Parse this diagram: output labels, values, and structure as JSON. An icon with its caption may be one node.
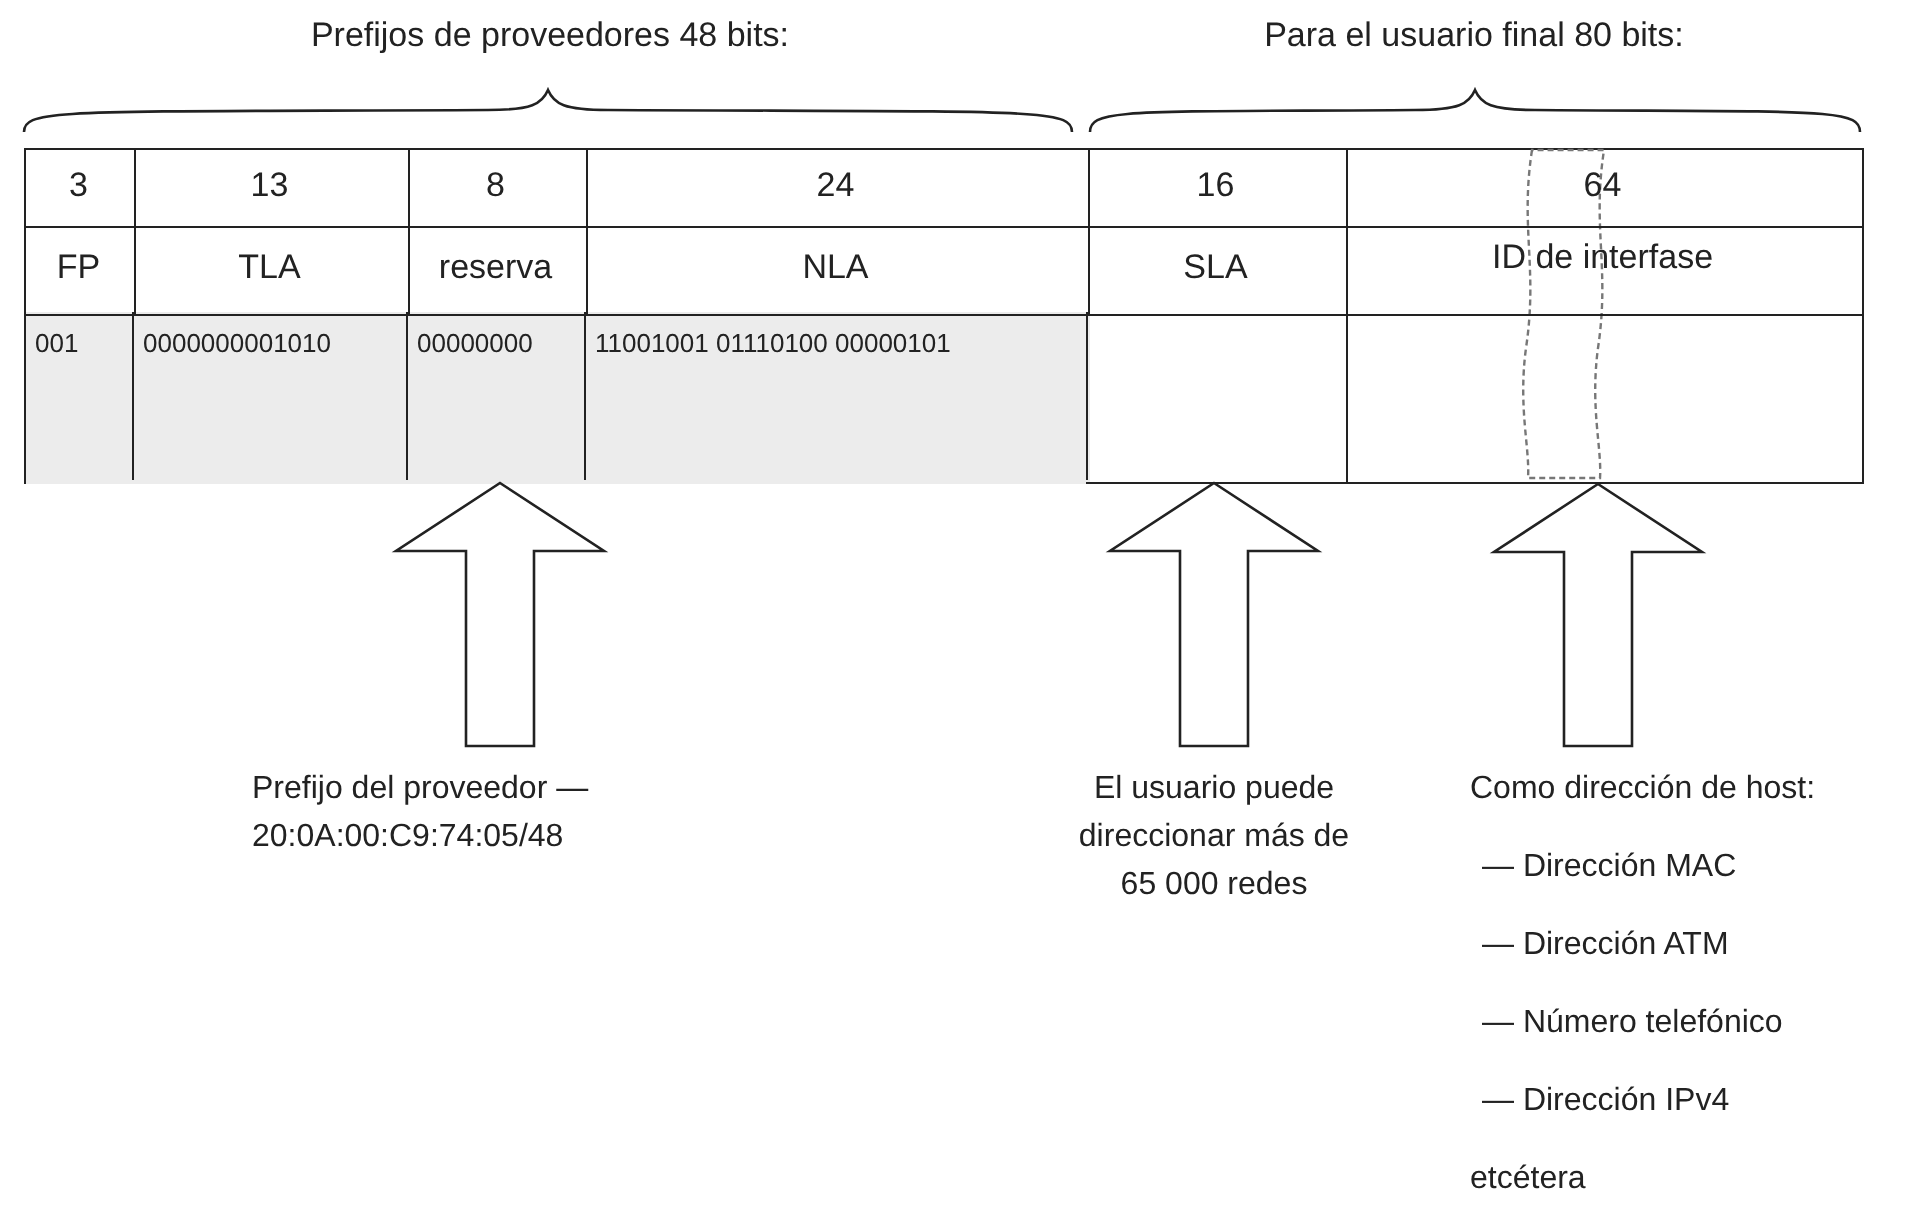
{
  "diagram": {
    "nodes": [
      {
        "text": [],
        "shape": "box"
      },
      {
        "text": [],
        "shape": "box"
      },
      {
        "text": [],
        "shape": "box"
      },
      {
        "text": [
          "Prefijo del proveedor — 20:0A:00:C9:74:05/48"
        ]
      },
      {
        "text": [
          "El usuario puede direccionar más de 65 000 redes"
        ]
      },
      {
        "text": [
          "Como dirección de host:",
          "— Dirección MAC",
          "— Dirección ATM",
          "— Número telefónico",
          "— Dirección IPv4",
          "etcétera"
        ]
      }
    ],
    "edges": [
      {
        "from": 3,
        "to": 0,
        "arrow": "to"
      },
      {
        "from": 4,
        "to": 1,
        "arrow": "to"
      },
      {
        "from": 5,
        "to": 2,
        "arrow": "to"
      }
    ],
    "labels": [
      "Prefijos de proveedores 48 bits:",
      "Para el usuario final 80 bits:",
      "3",
      "13",
      "8",
      "24",
      "16",
      "64",
      "FP",
      "TLA",
      "reserva",
      "NLA",
      "SLA",
      "ID de interfase",
      "001",
      "0000000001010",
      "00000000",
      "11001001 01110100 00000101"
    ]
  }
}
